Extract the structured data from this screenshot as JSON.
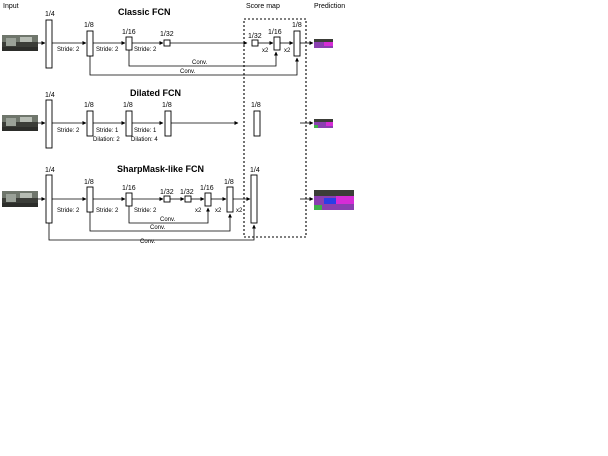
{
  "headers": {
    "input": "Input",
    "score_map": "Score map",
    "prediction": "Prediction"
  },
  "rows": {
    "classic": {
      "title": "Classic FCN",
      "scales": [
        "1/4",
        "1/8",
        "1/16",
        "1/32"
      ],
      "strides": [
        "Stride: 2",
        "Stride: 2",
        "Stride: 2"
      ],
      "score": {
        "scales": [
          "1/32",
          "1/16",
          "1/8"
        ],
        "upsample": [
          "x2",
          "x2"
        ]
      },
      "skips": [
        "Conv.",
        "Conv."
      ]
    },
    "dilated": {
      "title": "Dilated FCN",
      "scales": [
        "1/4",
        "1/8",
        "1/8",
        "1/8"
      ],
      "strides": [
        "Stride: 2",
        "Stride: 1",
        "Stride: 1"
      ],
      "dilations": [
        "Dilation: 2",
        "Dilation: 4"
      ],
      "score": {
        "scale": "1/8"
      }
    },
    "sharpmask": {
      "title": "SharpMask-like FCN",
      "scales": [
        "1/4",
        "1/8",
        "1/16",
        "1/32",
        "1/32",
        "1/16",
        "1/8"
      ],
      "strides": [
        "Stride: 2",
        "Stride: 2",
        "Stride: 2"
      ],
      "upsample": [
        "x2",
        "x2",
        "x2"
      ],
      "score": {
        "scale": "1/4"
      },
      "skips": [
        "Conv.",
        "Conv."
      ]
    }
  },
  "colors": {
    "photo_dark": "#3b3d38",
    "photo_light": "#9aa198",
    "seg_purple": "#8a3fb0",
    "seg_magenta": "#d62cd6",
    "seg_blue": "#2a3ee6",
    "seg_green": "#3fb04a"
  }
}
